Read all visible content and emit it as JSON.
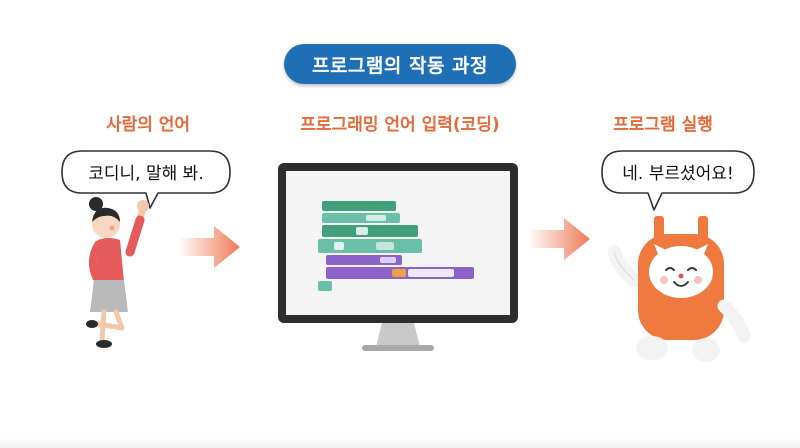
{
  "title": "프로그램의 작동 과정",
  "steps": [
    {
      "label": "사람의 언어",
      "bubble": "코디니, 말해 봐."
    },
    {
      "label": "프로그래밍 언어 입력(코딩)"
    },
    {
      "label": "프로그램 실행",
      "bubble": "네. 부르셨어요!"
    }
  ],
  "colors": {
    "title_bg": "#1e6fb6",
    "label": "#e56a3a",
    "arrow": "#ef7a55",
    "robot": "#f0793f",
    "block_green": "#43a07c",
    "block_teal": "#6abfa8",
    "block_purple": "#8b63c9",
    "block_orange": "#f0a040"
  },
  "icons": [
    "person",
    "right-arrow",
    "monitor",
    "robot-mascot"
  ]
}
